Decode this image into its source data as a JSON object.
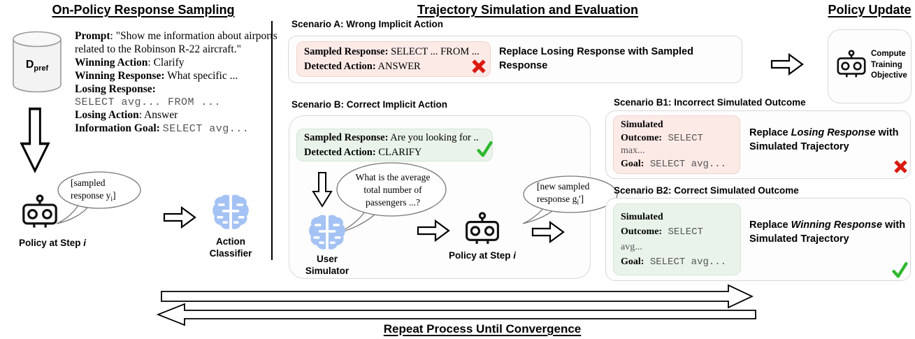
{
  "titles": {
    "left": "On-Policy Response Sampling",
    "center": "Trajectory Simulation and Evaluation",
    "right": "Policy Update",
    "bottom": "Repeat Process Until Convergence"
  },
  "left_panel": {
    "db_label": "D",
    "db_sub": "pref",
    "prompt_label": "Prompt",
    "prompt_rest": ": \"Show me information about airports related to the Robinson R-22 aircraft.\"",
    "winning_action_label": "Winning Action",
    "winning_action_rest": ": Clarify",
    "winning_response_label": "Winning Response:",
    "winning_response_rest": " What specific ...",
    "losing_response_label": "Losing Response:",
    "losing_response_sql": "SELECT avg... FROM ...",
    "losing_action_label": "Losing Action",
    "losing_action_rest": ": Answer",
    "info_goal_label": "Information Goal:",
    "info_goal_sql": "SELECT avg...",
    "bubble_line1": "[sampled",
    "bubble_line2_pre": "response y",
    "bubble_sub": "i",
    "bubble_line2_post": "]",
    "policy_label_pre": "Policy at Step ",
    "policy_label_i": "i",
    "classifier_line1": "Action",
    "classifier_line2": "Classifier"
  },
  "scenario_a": {
    "heading": "Scenario A: Wrong Implicit Action",
    "sampled_label": "Sampled Response:",
    "sampled_rest": " SELECT ... FROM ...",
    "detected_label": "Detected Action:",
    "detected_rest": " ANSWER",
    "replace_text": "Replace Losing Response with Sampled Response"
  },
  "policy_update": {
    "lines": [
      "Compute",
      "Training",
      "Objective"
    ]
  },
  "scenario_b": {
    "heading": "Scenario B: Correct Implicit Action",
    "sampled_label": "Sampled Response:",
    "sampled_rest": " Are you looking for ..",
    "detected_label": "Detected Action:",
    "detected_rest": " CLARIFY",
    "user_bubble_lines": [
      "What is the average",
      "total number of",
      "passengers ...?"
    ],
    "user_sim_line1": "User",
    "user_sim_line2": "Simulator",
    "policy_label_pre": "Policy at Step ",
    "policy_label_i": "i",
    "new_bubble_line1": "[new sampled",
    "new_bubble_line2_pre": "response g",
    "new_bubble_sub": "i",
    "new_bubble_line2_post": "']"
  },
  "scenario_b1": {
    "heading": "Scenario B1: Incorrect Simulated Outcome",
    "sim_label": "Simulated",
    "outcome_label": "Outcome:",
    "outcome_sql_inline": " SELECT",
    "outcome_sql_line2": "max...",
    "goal_label": "Goal:",
    "goal_sql": " SELECT avg...",
    "replace_pre": "Replace ",
    "replace_em": "Losing Response",
    "replace_post": " with Simulated Trajectory"
  },
  "scenario_b2": {
    "heading": "Scenario B2: Correct Simulated Outcome",
    "sim_label": "Simulated",
    "outcome_label": "Outcome:",
    "outcome_sql_inline": " SELECT",
    "outcome_sql_line2": "avg...",
    "goal_label": "Goal:",
    "goal_sql": " SELECT avg...",
    "replace_pre": "Replace ",
    "replace_em": "Winning Response",
    "replace_post": " with Simulated Trajectory"
  },
  "colors": {
    "pink_bg": "#fceae7",
    "pink_border": "#f0d3cc",
    "green_bg": "#e9f3ea",
    "green_border": "#d4e6d6",
    "box_border": "#d8d8d8",
    "brain_blue": "#a4c2f4",
    "check_green": "#2eb82e",
    "cross_red": "#da1a0f",
    "mono_gray": "#555555"
  },
  "icons": {
    "database-icon": "cylinder",
    "robot-icon": "robot head with antenna and two eyes",
    "brain-icon": "blue circuit brain",
    "down-arrow-icon": "⇩",
    "right-arrow-icon": "⇨",
    "cross-icon": "✗",
    "check-icon": "✓",
    "speech-bubble": "ellipse callout"
  }
}
